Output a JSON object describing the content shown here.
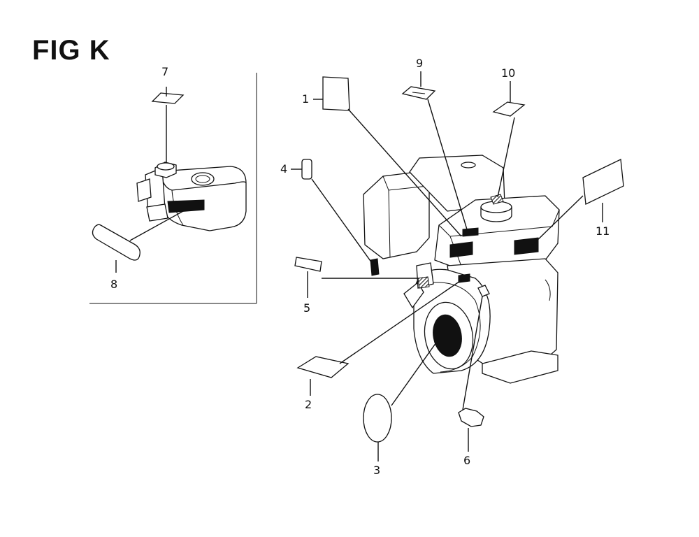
{
  "figure": {
    "title": "FIG K"
  },
  "callouts": [
    {
      "id": "1",
      "label": "1"
    },
    {
      "id": "2",
      "label": "2"
    },
    {
      "id": "3",
      "label": "3"
    },
    {
      "id": "4",
      "label": "4"
    },
    {
      "id": "5",
      "label": "5"
    },
    {
      "id": "6",
      "label": "6"
    },
    {
      "id": "7",
      "label": "7"
    },
    {
      "id": "8",
      "label": "8"
    },
    {
      "id": "9",
      "label": "9"
    },
    {
      "id": "10",
      "label": "10"
    },
    {
      "id": "11",
      "label": "11"
    }
  ]
}
